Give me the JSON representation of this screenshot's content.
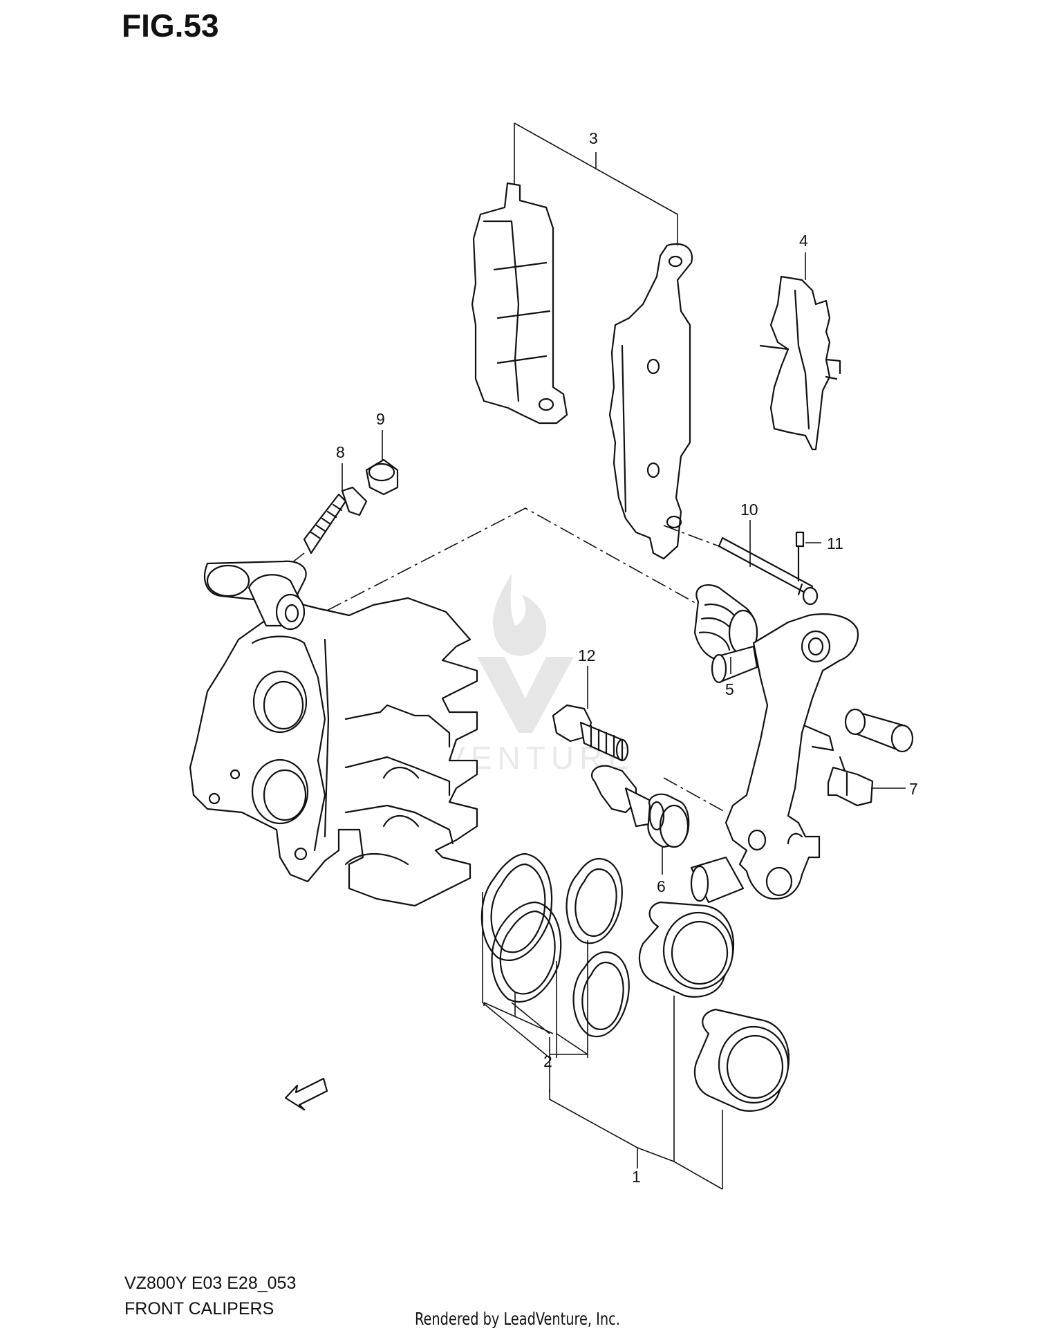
{
  "figure": {
    "title": "FIG.53",
    "model_code": "VZ800Y E03 E28_053",
    "section_name": "FRONT CALIPERS",
    "credit": "Rendered by LeadVenture, Inc.",
    "watermark": "LEADVENTURE",
    "fwd_label": "FWD"
  },
  "callouts": [
    {
      "id": "c1",
      "label": "1"
    },
    {
      "id": "c2",
      "label": "2"
    },
    {
      "id": "c3",
      "label": "3"
    },
    {
      "id": "c4",
      "label": "4"
    },
    {
      "id": "c5",
      "label": "5"
    },
    {
      "id": "c6",
      "label": "6"
    },
    {
      "id": "c7",
      "label": "7"
    },
    {
      "id": "c8",
      "label": "8"
    },
    {
      "id": "c9",
      "label": "9"
    },
    {
      "id": "c10",
      "label": "10"
    },
    {
      "id": "c11",
      "label": "11"
    },
    {
      "id": "c12",
      "label": "12"
    }
  ],
  "colors": {
    "ink": "#111111",
    "watermark": "#e6e6e6",
    "background": "#ffffff"
  }
}
